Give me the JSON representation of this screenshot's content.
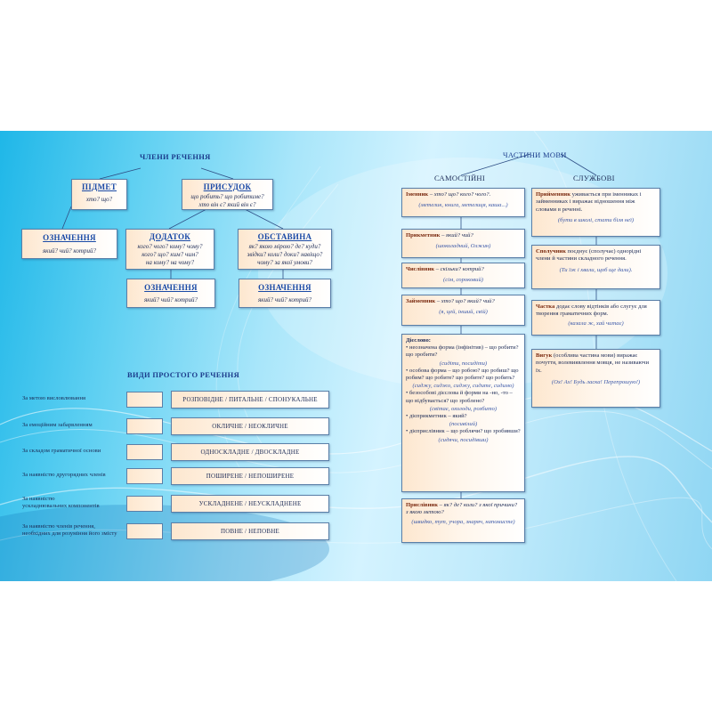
{
  "members": {
    "title": "ЧЛЕНИ РЕЧЕННЯ",
    "pidmet": {
      "title": "ПІДМЕТ",
      "q": "хто? що?"
    },
    "prysudok": {
      "title": "ПРИСУДОК",
      "q1": "що робить? що робитиме?",
      "q2": "хто він є? який він є?"
    },
    "oznach1": {
      "title": "ОЗНАЧЕННЯ",
      "q": "який? чий? котрий?"
    },
    "dodatok": {
      "title": "ДОДАТОК",
      "q1": "кого? чого? кому? чому?",
      "q2": "кого? що? ким? чим?",
      "q3": "на кому? на чому?"
    },
    "obstavyna": {
      "title": "ОБСТАВИНА",
      "q1": "як? якою мірою? де? куди?",
      "q2": "звідки? коли? доки? навіщо?",
      "q3": "чому? за якої умови?"
    },
    "oznach2": {
      "title": "ОЗНАЧЕННЯ",
      "q": "який? чий? котрий?"
    },
    "oznach3": {
      "title": "ОЗНАЧЕННЯ",
      "q": "який? чий? котрий?"
    }
  },
  "kinds": {
    "title": "ВИДИ ПРОСТОГО РЕЧЕННЯ",
    "rows": [
      {
        "left": "За метою висловлювання",
        "right": "РОЗПОВІДНЕ / ПИТАЛЬНЕ / СПОНУКАЛЬНЕ"
      },
      {
        "left": "За емоційним забарвленням",
        "right": "ОКЛИЧНЕ / НЕОКЛИЧНЕ"
      },
      {
        "left": "За складом граматичної основи",
        "right": "ОДНОСКЛАДНЕ / ДВОСКЛАДНЕ"
      },
      {
        "left": "За наявністю другорядних членів",
        "right": "ПОШИРЕНЕ / НЕПОШИРЕНЕ"
      },
      {
        "left1": "За наявністю",
        "left2": "ускладнювальних компонентів",
        "right": "УСКЛАДНЕНЕ / НЕУСКЛАДНЕНЕ"
      },
      {
        "left1": "За наявністю членів речення,",
        "left2": "необхідних для розуміння його змісту",
        "right": "ПОВНЕ / НЕПОВНЕ"
      }
    ]
  },
  "parts": {
    "title": "ЧАСТИНИ МОВИ",
    "independent": "САМОСТІЙНІ",
    "auxiliary": "СЛУЖБОВІ",
    "imennyk": {
      "name": "Іменник",
      "q": " – хто? що? кого? чого?.",
      "ex": "(метелик, книга, метелиця, каша...)"
    },
    "prykmetnyk": {
      "name": "Прикметник",
      "q": " – який? чий?",
      "ex": "(шоколадний, Олжин)"
    },
    "chyslivnyk": {
      "name": "Числівник",
      "q": " – скільки? котрий?",
      "ex": "(сім, сороковий)"
    },
    "zaimennyk": {
      "name": "Займенник",
      "q": " – хто? що? який? чий?",
      "ex": "(я, цей, інший, свій)"
    },
    "diieslovo": {
      "title": "Дієслово:",
      "f1": "• неозначена форма (інфінітив) – що робити? що зробити?",
      "f1ex": "(сидіти, посидіти)",
      "f2": "• особова форма – що робою? що робиш? що робим? що робите? що робите? що робить?",
      "f2ex": "(сиджу, сиджо, сиджу, сидите, сидимо)",
      "f3": "• безособові дієслова й форми на -но, -то – що відбувається? що зроблено?",
      "f3ex": "(світає, охолоди, розбито)",
      "f4": "• дієприкметник – який?",
      "f4ex": "(посивілий)",
      "f5": "• дієприслівник – що роблячи? що зробивши?",
      "f5ex": "(сидячи, посидівши)"
    },
    "pryslivnyk": {
      "name": "Прислівник",
      "q": " – як? де? коли? з якої причини? з якою метою?",
      "ex": "(швидко, тут, учора, знаряч, напомисте)"
    },
    "pryimennyk": {
      "name": "Прийменник",
      "text": " уживається при іменниках і займенниках і виражає відношення між словами в реченні.",
      "ex": "(бути в школі, стати біля неї)"
    },
    "spoluchnyk": {
      "name": "Сполучник",
      "text": " поєднує (сполучає) однорідні члени й частини складного речення.",
      "ex": "(Ти їж і хвали, щоб ще дали)."
    },
    "chastka": {
      "name": "Частка",
      "text": " додає слову відтінків або слугує для творення граматичних форм.",
      "ex": "(казала ж, хай читає)"
    },
    "vyhuk": {
      "name": "Вигук",
      "text": " (особлива частина мови) виражає почуття, волевиявлення мовця, не називаючи їх.",
      "ex": "(Ох! Ах! Будь ласка! Перепрошую!)"
    }
  }
}
